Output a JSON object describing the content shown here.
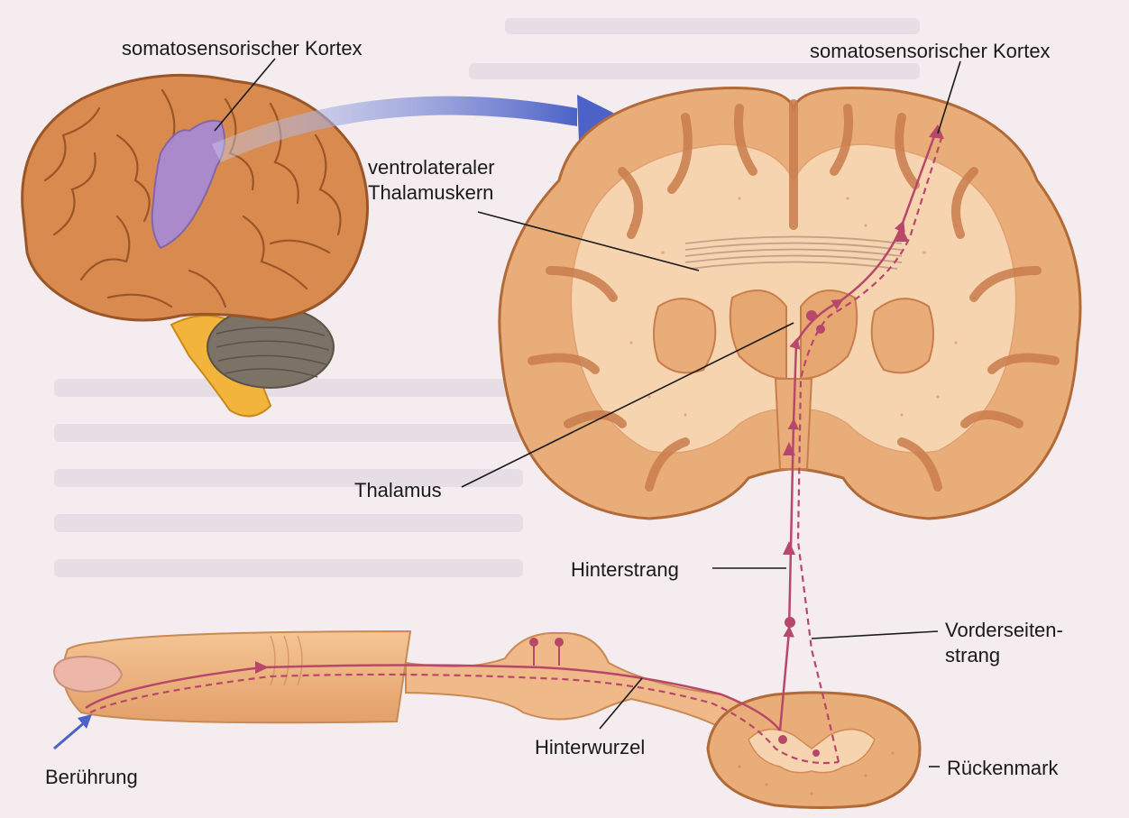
{
  "labels": {
    "cortex_left": "somatosensorischer Kortex",
    "cortex_right": "somatosensorischer Kortex",
    "thalamus_nucleus_line1": "ventrolateraler",
    "thalamus_nucleus_line2": "Thalamuskern",
    "thalamus": "Thalamus",
    "dorsal_column": "Hinterstrang",
    "anterolateral_line1": "Vorderseiten-",
    "anterolateral_line2": "strang",
    "dorsal_root": "Hinterwurzel",
    "spinal_cord": "Rückenmark",
    "touch": "Berührung"
  },
  "colors": {
    "background": "#f4ecef",
    "tissue": "#e8ad78",
    "tissue_light": "#f6d4b0",
    "tissue_dark": "#c97d4c",
    "pathway": "#b8486a",
    "arrow": "#5a6cc8",
    "cortex_highlight": "#a88ad6",
    "brainstem": "#f2b43a",
    "cerebellum": "#7d7266"
  }
}
